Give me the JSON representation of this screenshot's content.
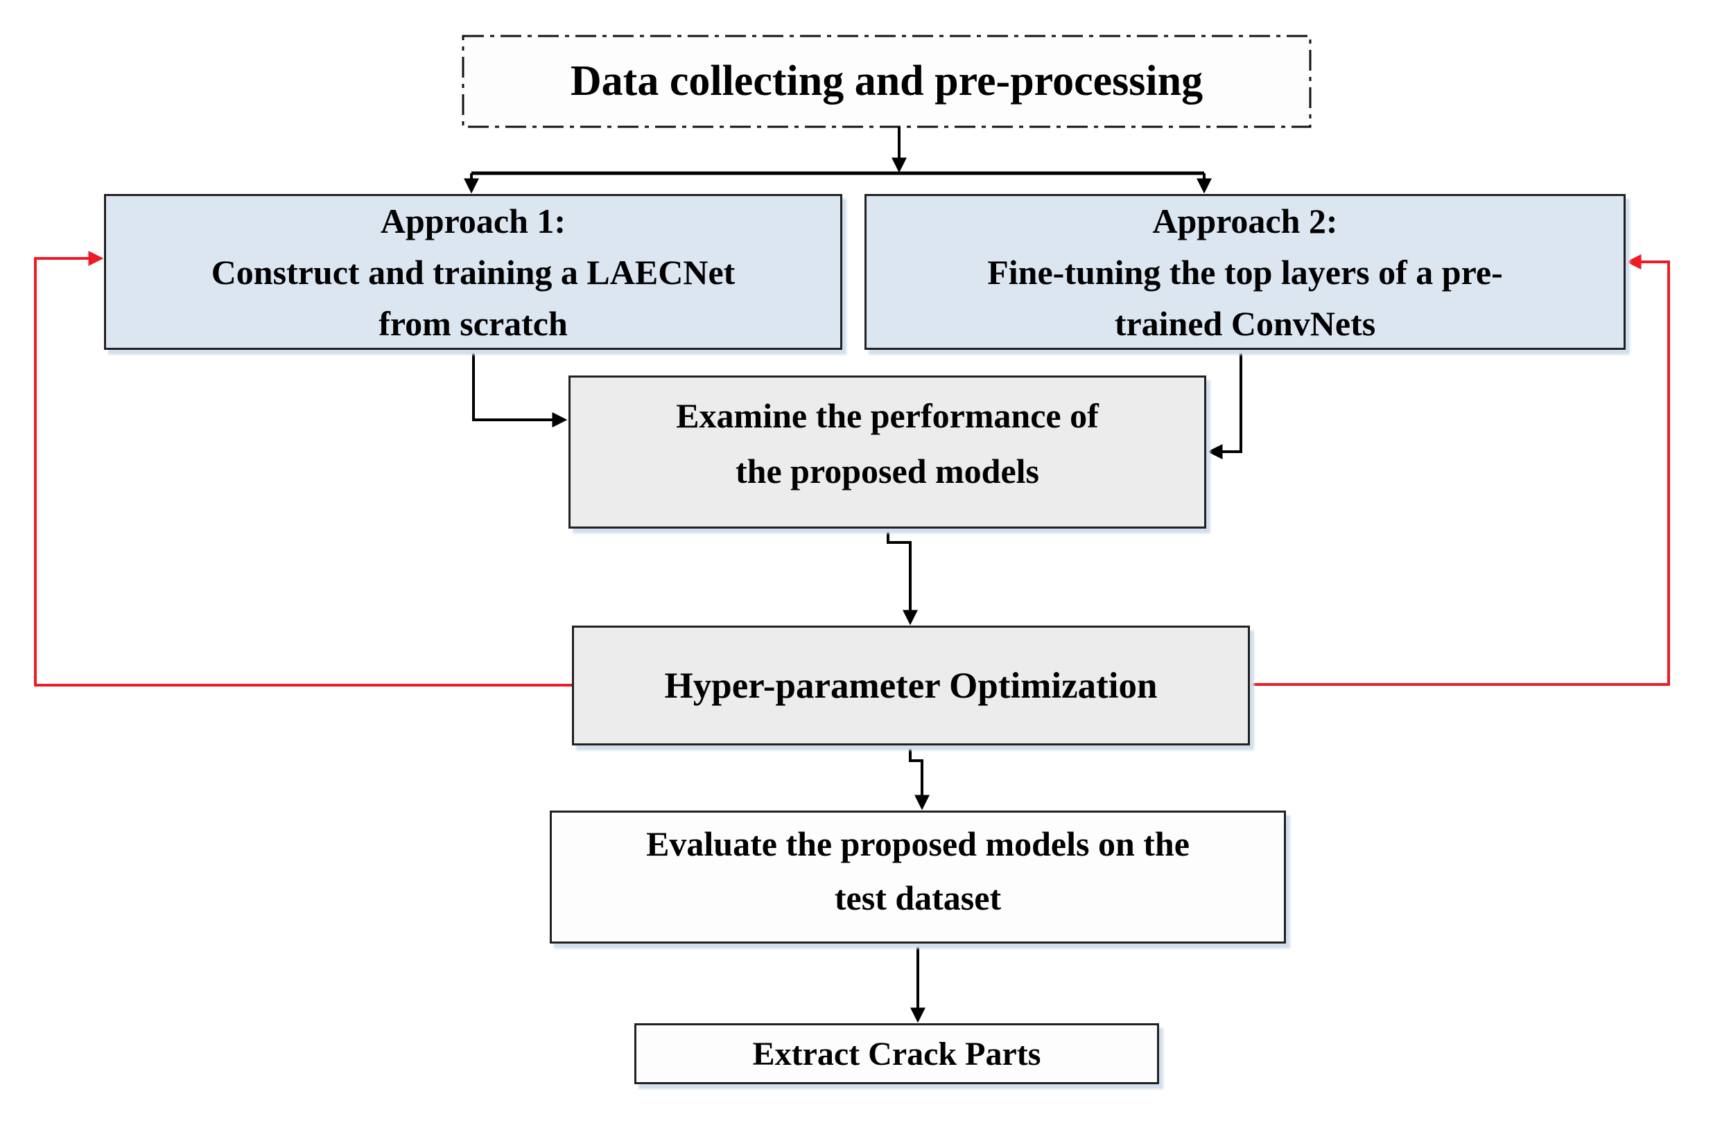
{
  "diagram": {
    "title_box": {
      "label": "Data collecting and pre-processing"
    },
    "approach1": {
      "lines": [
        "Approach 1:",
        "Construct and training a LAECNet",
        "from scratch"
      ]
    },
    "approach2": {
      "lines": [
        "Approach 2:",
        "Fine-tuning the top layers of a pre-",
        "trained ConvNets"
      ]
    },
    "examine": {
      "lines": [
        "Examine the performance of",
        "the proposed models"
      ]
    },
    "hyper": {
      "label": "Hyper-parameter Optimization"
    },
    "evaluate": {
      "lines": [
        "Evaluate the proposed models on the",
        "test dataset"
      ]
    },
    "extract": {
      "label": "Extract Crack Parts"
    }
  },
  "colors": {
    "box_blue": "#dce6f1",
    "box_gray": "#ececec",
    "box_white": "#fdfdfd",
    "box_border": "#212121",
    "connector_black": "#000000",
    "feedback_red": "#ee1b24",
    "shadow_blue": "#d3dfee"
  }
}
